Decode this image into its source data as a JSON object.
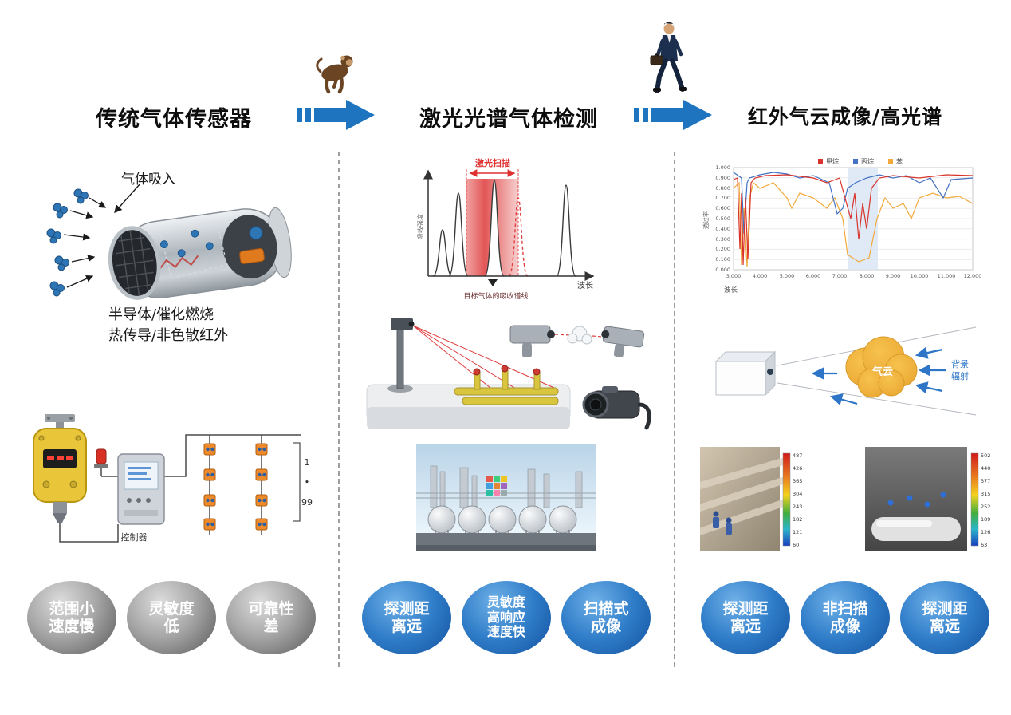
{
  "header": {
    "arrow_color": "#1f74c0",
    "monkey_icon": "chimpanzee-walking",
    "man_icon": "businessman-walking"
  },
  "columns": [
    {
      "title": "传统气体传感器",
      "sensor": {
        "intake_label": "气体吸入",
        "tech_line1": "半导体/催化燃烧",
        "tech_line2": "热传导/非色散红外"
      },
      "system": {
        "controller_label": "控制器",
        "range_top": "1",
        "range_mid": "∙",
        "range_bottom": "99"
      },
      "bubbles": [
        {
          "style": "gray",
          "lines": [
            "范围小",
            "速度慢"
          ]
        },
        {
          "style": "gray",
          "lines": [
            "灵敏度",
            "低"
          ]
        },
        {
          "style": "gray",
          "lines": [
            "可靠性",
            "差"
          ]
        }
      ]
    },
    {
      "title": "激光光谱气体检测",
      "spectrum_chart": {
        "scan_label": "激光扫描",
        "y_label": "吸收强度",
        "x_label": "波长",
        "annotation": "目标气体的吸收谱线"
      },
      "bubbles": [
        {
          "style": "blue",
          "lines": [
            "探测距",
            "离远"
          ]
        },
        {
          "style": "blue",
          "lines": [
            "灵敏度",
            "高响应",
            "速度快"
          ]
        },
        {
          "style": "blue",
          "lines": [
            "扫描式",
            "成像"
          ]
        }
      ]
    },
    {
      "title": "红外气云成像/高光谱",
      "transmission_chart": {
        "legend": [
          {
            "label": "甲烷",
            "color": "#d9342b"
          },
          {
            "label": "丙烷",
            "color": "#4472c4"
          },
          {
            "label": "苯",
            "color": "#f2a93b"
          }
        ],
        "y_label": "透过率",
        "x_label": "波长",
        "y_ticks": [
          "1.000",
          "0.900",
          "0.800",
          "0.700",
          "0.600",
          "0.500",
          "0.400",
          "0.300",
          "0.200",
          "0.100",
          "0.000"
        ],
        "x_ticks": [
          "3.000",
          "4.000",
          "5.000",
          "6.000",
          "7.000",
          "8.000",
          "9.000",
          "10.000",
          "11.000",
          "12.000"
        ]
      },
      "cloud_diagram": {
        "cloud_label": "气云",
        "radiation_line1": "背景",
        "radiation_line2": "辐射"
      },
      "thermal_left_ticks": [
        "487",
        "426",
        "365",
        "304",
        "243",
        "182",
        "121",
        "60"
      ],
      "thermal_right_ticks": [
        "502",
        "440",
        "377",
        "315",
        "252",
        "189",
        "126",
        "63"
      ],
      "bubbles": [
        {
          "style": "blue",
          "lines": [
            "探测距",
            "离远"
          ]
        },
        {
          "style": "blue",
          "lines": [
            "非扫描",
            "成像"
          ]
        },
        {
          "style": "blue",
          "lines": [
            "探测距",
            "离远"
          ]
        }
      ]
    }
  ],
  "chart_data": [
    {
      "type": "line",
      "title": "红外透过率光谱",
      "xlabel": "波长",
      "ylabel": "透过率",
      "xlim": [
        3,
        12
      ],
      "ylim": [
        0,
        1
      ],
      "grid": true,
      "legend_position": "top",
      "x": [
        3,
        3.3,
        3.5,
        4,
        5,
        6,
        6.9,
        7.5,
        8,
        9,
        10,
        11,
        12
      ],
      "series": [
        {
          "name": "甲烷",
          "color": "#d9342b",
          "values": [
            0.88,
            0.05,
            0.7,
            0.92,
            0.93,
            0.9,
            0.88,
            0.35,
            0.55,
            0.92,
            0.9,
            0.93,
            0.92
          ]
        },
        {
          "name": "丙烷",
          "color": "#4472c4",
          "values": [
            0.95,
            0.35,
            0.85,
            0.93,
            0.94,
            0.92,
            0.55,
            0.85,
            0.9,
            0.9,
            0.85,
            0.75,
            0.9
          ]
        },
        {
          "name": "苯",
          "color": "#f2a93b",
          "values": [
            0.8,
            0.05,
            0.6,
            0.8,
            0.7,
            0.7,
            0.6,
            0.12,
            0.15,
            0.6,
            0.7,
            0.7,
            0.65
          ]
        }
      ],
      "annotations": [
        "阴影带约位于 7.3-8.4"
      ]
    },
    {
      "type": "area",
      "title": "激光扫描示意吸收谱",
      "xlabel": "波长",
      "ylabel": "吸收强度",
      "annotations": [
        "激光扫描",
        "目标气体的吸收谱线"
      ]
    }
  ]
}
